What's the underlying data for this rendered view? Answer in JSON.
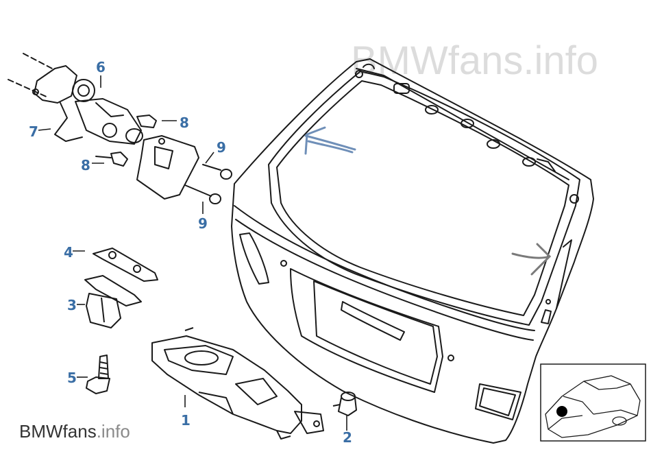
{
  "watermark_top": {
    "brand": "BMW",
    "site": "fans",
    "tld": ".info"
  },
  "watermark_bottom": {
    "brand": "BMW",
    "site": "fans",
    "tld": ".info"
  },
  "callouts": [
    {
      "label": "1",
      "part": "lock"
    },
    {
      "label": "2",
      "part": "rubber-buffer"
    },
    {
      "label": "3",
      "part": "striker-catch"
    },
    {
      "label": "4",
      "part": "striker-plate"
    },
    {
      "label": "5",
      "part": "screw-grommet"
    },
    {
      "label": "6",
      "part": "wiper-motor-unit"
    },
    {
      "label": "7",
      "part": "mounting-bracket"
    },
    {
      "label": "8a",
      "text": "8",
      "part": "screw"
    },
    {
      "label": "8b",
      "text": "8",
      "part": "screw"
    },
    {
      "label": "9a",
      "text": "9",
      "part": "bolt"
    },
    {
      "label": "9b",
      "text": "9",
      "part": "bolt"
    }
  ],
  "colors": {
    "callout": "#3a6ea5",
    "line": "#1a1a1a",
    "watermark_top": "#dcdcdc",
    "watermark_brand": "#333333",
    "watermark_tld": "#8a8a8a",
    "scribble": "#6f8fb8",
    "locator_dot": "#000000"
  },
  "icons": [
    "tailgate-drawing",
    "lock-drawing",
    "wiper-motor-drawing",
    "car-locator-icon"
  ]
}
